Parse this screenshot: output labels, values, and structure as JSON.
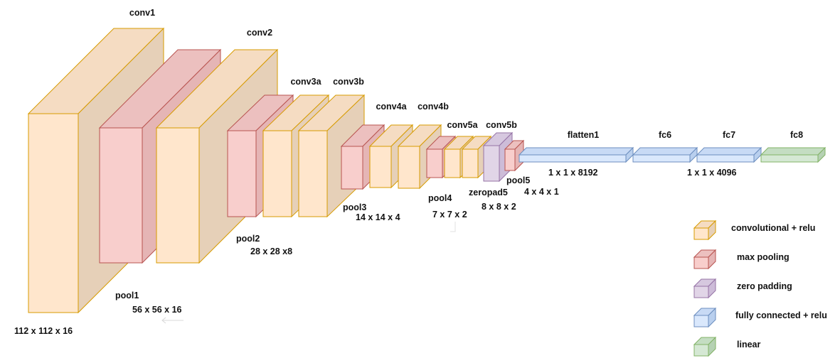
{
  "colors": {
    "conv_front": "#ffe6cc",
    "conv_side": "#e6d0b8",
    "conv_top": "#f5dcc2",
    "conv_stroke": "#d79b00",
    "pool_front": "#f8cecc",
    "pool_side": "#e5b5b5",
    "pool_top": "#ecc0bf",
    "pool_stroke": "#b85450",
    "pad_front": "#e1d5e7",
    "pad_side": "#cdbcd8",
    "pad_top": "#d6c8df",
    "pad_stroke": "#9673a6",
    "fc_front": "#dae8fc",
    "fc_side": "#b9cfee",
    "fc_top": "#c8daf5",
    "fc_stroke": "#6c8ebf",
    "lin_front": "#d5e8d4",
    "lin_side": "#b5d1b3",
    "lin_top": "#c4ddc2",
    "lin_stroke": "#82b366"
  },
  "layers": [
    {
      "id": "conv1",
      "name": "conv1",
      "kind": "conv"
    },
    {
      "id": "pool1",
      "name": "pool1",
      "kind": "pool"
    },
    {
      "id": "conv2",
      "name": "conv2",
      "kind": "conv"
    },
    {
      "id": "pool2",
      "name": "pool2",
      "kind": "pool"
    },
    {
      "id": "conv3a",
      "name": "conv3a",
      "kind": "conv"
    },
    {
      "id": "conv3b",
      "name": "conv3b",
      "kind": "conv"
    },
    {
      "id": "pool3",
      "name": "pool3",
      "kind": "pool"
    },
    {
      "id": "conv4a",
      "name": "conv4a",
      "kind": "conv"
    },
    {
      "id": "conv4b",
      "name": "conv4b",
      "kind": "conv"
    },
    {
      "id": "pool4",
      "name": "pool4",
      "kind": "pool"
    },
    {
      "id": "conv5a",
      "name": "conv5a",
      "kind": "conv"
    },
    {
      "id": "conv5b",
      "name": "conv5b",
      "kind": "conv"
    },
    {
      "id": "zeropad5",
      "name": "zeropad5",
      "kind": "pad"
    },
    {
      "id": "pool5",
      "name": "pool5",
      "kind": "pool"
    },
    {
      "id": "flatten1",
      "name": "flatten1",
      "kind": "fc"
    },
    {
      "id": "fc6",
      "name": "fc6",
      "kind": "fc"
    },
    {
      "id": "fc7",
      "name": "fc7",
      "kind": "fc"
    },
    {
      "id": "fc8",
      "name": "fc8",
      "kind": "lin"
    }
  ],
  "dims": [
    {
      "id": "conv1",
      "text": "112 x 112 x 16"
    },
    {
      "id": "pool1",
      "text": "56 x 56 x 16"
    },
    {
      "id": "pool2",
      "text": "28 x 28 x8"
    },
    {
      "id": "pool3",
      "text": "14 x 14 x 4"
    },
    {
      "id": "pool4",
      "text": "7 x 7 x 2"
    },
    {
      "id": "zeropad5",
      "text": "8 x 8 x 2"
    },
    {
      "id": "pool5",
      "text": "4 x 4 x 1"
    },
    {
      "id": "flatten1",
      "text": "1 x 1 x 8192"
    },
    {
      "id": "fc7",
      "text": "1 x 1 x 4096"
    }
  ],
  "legend": [
    {
      "kind": "conv",
      "label": "convolutional + relu"
    },
    {
      "kind": "pool",
      "label": "max pooling"
    },
    {
      "kind": "pad",
      "label": "zero padding"
    },
    {
      "kind": "fc",
      "label": "fully connected + relu"
    },
    {
      "kind": "lin",
      "label": "linear"
    }
  ]
}
